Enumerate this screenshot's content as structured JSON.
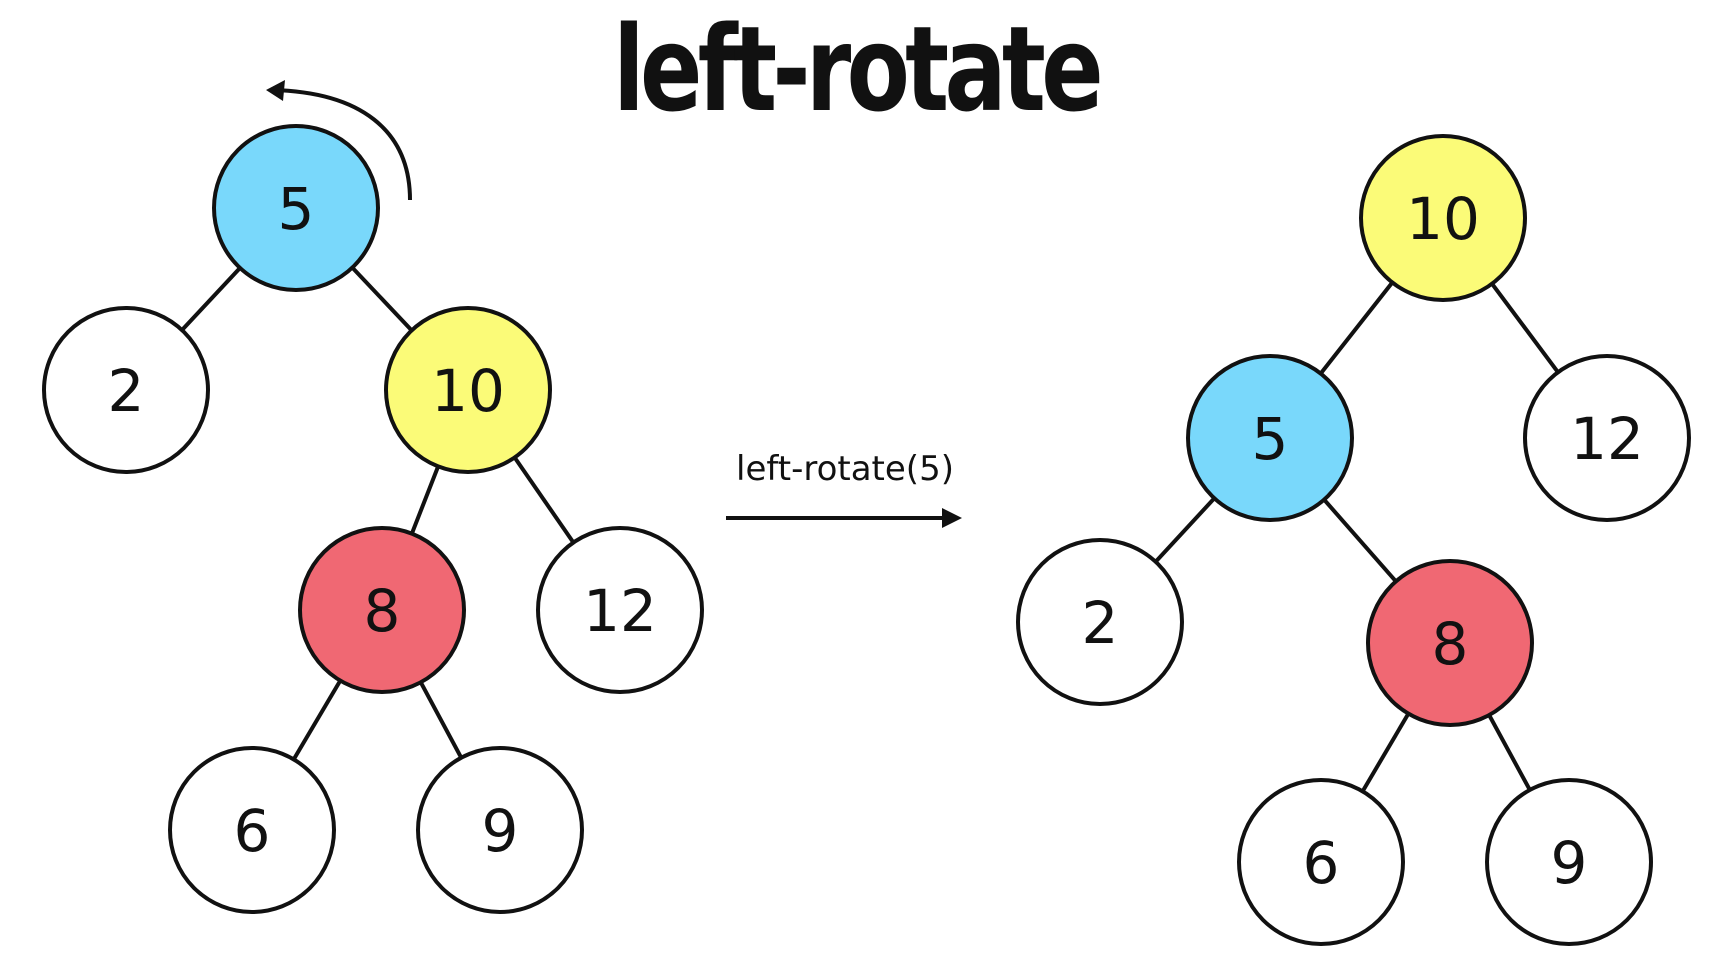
{
  "title": "left-rotate",
  "operation_label": "left-rotate(5)",
  "colors": {
    "blue": "#79d8fb",
    "yellow": "#fbfb78",
    "red": "#f06873",
    "white": "#ffffff"
  },
  "before_tree": {
    "nodes": [
      {
        "id": "n5",
        "label": "5",
        "color": "blue"
      },
      {
        "id": "n2",
        "label": "2",
        "color": "white"
      },
      {
        "id": "n10",
        "label": "10",
        "color": "yellow"
      },
      {
        "id": "n8",
        "label": "8",
        "color": "red"
      },
      {
        "id": "n12",
        "label": "12",
        "color": "white"
      },
      {
        "id": "n6",
        "label": "6",
        "color": "white"
      },
      {
        "id": "n9",
        "label": "9",
        "color": "white"
      }
    ],
    "edges": [
      [
        "n5",
        "n2"
      ],
      [
        "n5",
        "n10"
      ],
      [
        "n10",
        "n8"
      ],
      [
        "n10",
        "n12"
      ],
      [
        "n8",
        "n6"
      ],
      [
        "n8",
        "n9"
      ]
    ]
  },
  "after_tree": {
    "nodes": [
      {
        "id": "m10",
        "label": "10",
        "color": "yellow"
      },
      {
        "id": "m5",
        "label": "5",
        "color": "blue"
      },
      {
        "id": "m12",
        "label": "12",
        "color": "white"
      },
      {
        "id": "m2",
        "label": "2",
        "color": "white"
      },
      {
        "id": "m8",
        "label": "8",
        "color": "red"
      },
      {
        "id": "m6",
        "label": "6",
        "color": "white"
      },
      {
        "id": "m9",
        "label": "9",
        "color": "white"
      }
    ],
    "edges": [
      [
        "m10",
        "m5"
      ],
      [
        "m10",
        "m12"
      ],
      [
        "m5",
        "m2"
      ],
      [
        "m5",
        "m8"
      ],
      [
        "m8",
        "m6"
      ],
      [
        "m8",
        "m9"
      ]
    ]
  }
}
